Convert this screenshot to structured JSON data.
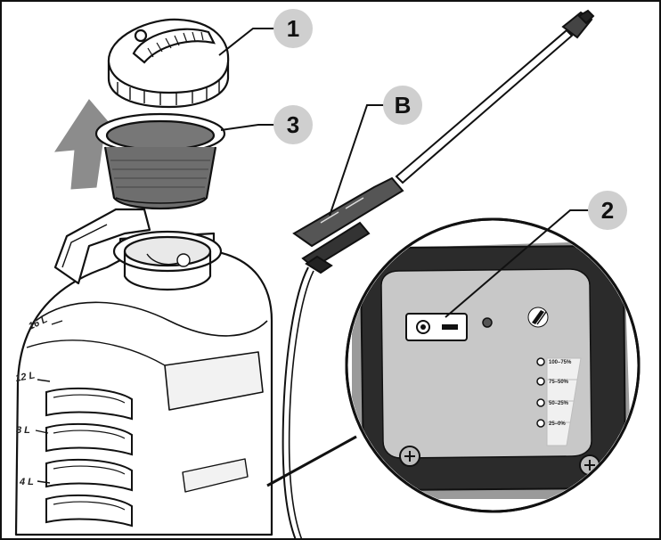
{
  "callouts": {
    "lid": "1",
    "filter": "3",
    "lance": "B",
    "control_panel": "2"
  },
  "battery_levels": [
    "100–75%",
    "75–50%",
    "50–25%",
    "25–0%"
  ],
  "tank_scale": [
    "16 L",
    "12 L",
    "8 L",
    "4 L"
  ],
  "colors": {
    "callout_circle": "#cfcfcf",
    "panel_face": "#c8c8c8",
    "panel_frame": "#2b2b2b",
    "arrow": "#8c8c8c",
    "outline": "#111111"
  }
}
